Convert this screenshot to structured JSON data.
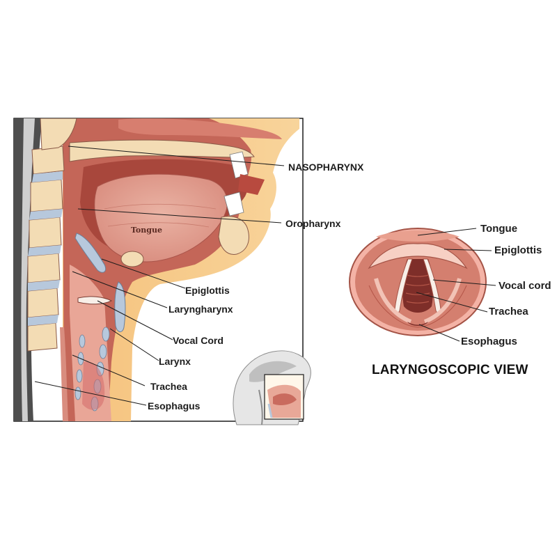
{
  "sagittal": {
    "tongue_label": "Tongue",
    "labels": {
      "nasopharynx": "NASOPHARYNX",
      "oropharynx": "Oropharynx",
      "epiglottis": "Epiglottis",
      "laryngopharynx": "Laryngharynx",
      "vocal_cord": "Vocal Cord",
      "larynx": "Larynx",
      "trachea": "Trachea",
      "esophagus": "Esophagus"
    }
  },
  "laryngoscopic": {
    "title": "LARYNGOSCOPIC VIEW",
    "labels": {
      "tongue": "Tongue",
      "epiglottis": "Epiglottis",
      "vocal_cord": "Vocal cord",
      "trachea": "Trachea",
      "esophagus": "Esophagus"
    }
  },
  "colors": {
    "flesh": "#c96b5e",
    "flesh_light": "#e8a898",
    "bone": "#f3dcb4",
    "fat_yellow": "#f6c77a",
    "airway_blue": "#b7c8dc",
    "outline": "#1a1a1a"
  }
}
